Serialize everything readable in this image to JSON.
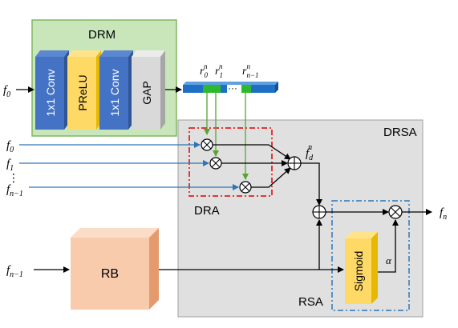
{
  "drm": {
    "title": "DRM",
    "blocks": [
      "1x1 Conv",
      "PReLU",
      "1x1 Conv",
      "GAP"
    ]
  },
  "drsa": {
    "title": "DRSA"
  },
  "dra": {
    "title": "DRA"
  },
  "rsa": {
    "title": "RSA",
    "sigmoid": "Sigmoid",
    "alpha": "α"
  },
  "rb": {
    "title": "RB"
  },
  "inputs": {
    "f0_top": "f",
    "f0_top_sub": "0",
    "f0": "f",
    "f0_sub": "0",
    "f1": "f",
    "f1_sub": "1",
    "dots": "⋮",
    "fn1": "f",
    "fn1_sub": "n−1",
    "fn1_bottom": "f",
    "fn1_bottom_sub": "n−1"
  },
  "vector_labels": {
    "r0": "r",
    "r0_sub": "0",
    "r0_sup": "n",
    "r1": "r",
    "r1_sub": "1",
    "r1_sup": "n",
    "ellipsis": "···",
    "rn1": "r",
    "rn1_sub": "n−1",
    "rn1_sup": "n"
  },
  "fad": {
    "base": "f",
    "sub": "d",
    "sup": "n"
  },
  "output": {
    "base": "f",
    "sub": "n"
  },
  "colors": {
    "drm_bg": "#c9e6bb",
    "drm_border": "#7fb561",
    "conv_front": "#4472c4",
    "conv_side": "#2f5597",
    "prelu_front": "#ffd966",
    "prelu_side": "#e6b800",
    "gap_front": "#d9d9d9",
    "gap_side": "#a6a6a6",
    "drsa_bg": "#e0e0e0",
    "rb_front": "#f8cbad",
    "rb_side": "#e59a6e",
    "dra_border": "#e00000",
    "rsa_border": "#2e75b6",
    "vec_blue": "#1f6fc5",
    "vec_green": "#2eb82e",
    "arrow_blue": "#2e75b6",
    "arrow_green": "#55a630"
  }
}
